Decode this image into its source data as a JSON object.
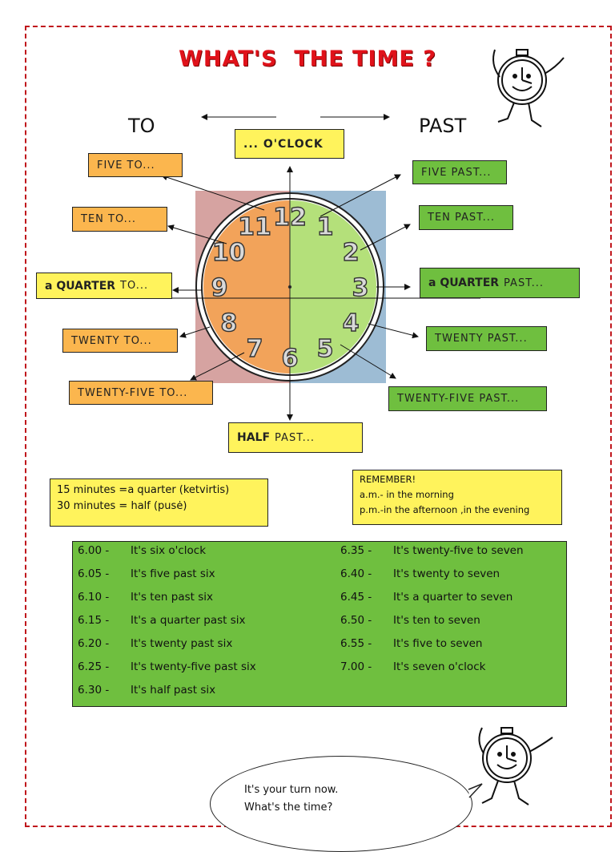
{
  "title": "WHAT'S  THE TIME ?",
  "direction": {
    "to": "TO",
    "past": "PAST"
  },
  "labels": {
    "oclock": "... O'CLOCK",
    "five_to": "FIVE TO...",
    "ten_to": "TEN TO...",
    "quarter_to_bold": "a QUARTER",
    "quarter_to_rest": "TO...",
    "twenty_to": "TWENTY TO...",
    "twentyfive_to": "TWENTY-FIVE TO...",
    "five_past": "FIVE PAST...",
    "ten_past": "TEN PAST...",
    "quarter_past_bold": "a QUARTER",
    "quarter_past_rest": "PAST...",
    "twenty_past": "TWENTY PAST...",
    "twentyfive_past": "TWENTY-FIVE PAST...",
    "half_bold": "HALF",
    "half_rest": "PAST..."
  },
  "clock_numbers": [
    "12",
    "1",
    "2",
    "3",
    "4",
    "5",
    "6",
    "7",
    "8",
    "9",
    "10",
    "11"
  ],
  "info_left": {
    "line1": "15 minutes =a quarter (ketvirtis)",
    "line2": "30 minutes = half (pusė)"
  },
  "info_right": {
    "line1": "REMEMBER!",
    "line2": "a.m.- in the morning",
    "line3": "p.m.-in the afternoon ,in the evening"
  },
  "times_left": [
    {
      "time": "6.00 -",
      "text": "It's six o'clock"
    },
    {
      "time": "6.05 -",
      "text": "It's five past six"
    },
    {
      "time": "6.10 -",
      "text": "It's ten past  six"
    },
    {
      "time": "6.15 -",
      "text": "It's a quarter past six"
    },
    {
      "time": "6.20 -",
      "text": "It's twenty past six"
    },
    {
      "time": "6.25 -",
      "text": "It's twenty-five past six"
    },
    {
      "time": "6.30 -",
      "text": "It's half past six"
    }
  ],
  "times_right": [
    {
      "time": "6.35 -",
      "text": "It's twenty-five to seven"
    },
    {
      "time": "6.40 -",
      "text": "It's twenty to seven"
    },
    {
      "time": "6.45 -",
      "text": "It's a quarter to seven"
    },
    {
      "time": "6.50 -",
      "text": "It's ten to seven"
    },
    {
      "time": "6.55 -",
      "text": "It's five to seven"
    },
    {
      "time": "7.00 -",
      "text": "It's seven o'clock"
    }
  ],
  "speech": {
    "line1": "It's your turn now.",
    "line2": "What's the time?"
  },
  "colors": {
    "title": "#e0121a",
    "border": "#c0161c",
    "to_label": "#fbb64e",
    "past_label": "#6fbf3f",
    "highlight": "#fff35c",
    "clock_left_half": "#f2a35a",
    "clock_right_half": "#b4e07a"
  },
  "icons": [
    "cartoon-clock-icon",
    "cartoon-clock-icon"
  ]
}
